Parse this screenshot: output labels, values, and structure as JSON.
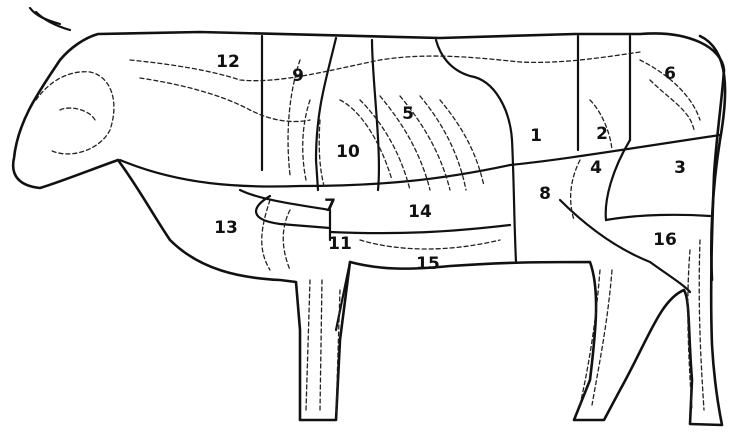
{
  "regions": [
    {
      "id": "r1",
      "label": "1"
    },
    {
      "id": "r2",
      "label": "2"
    },
    {
      "id": "r3",
      "label": "3"
    },
    {
      "id": "r4",
      "label": "4"
    },
    {
      "id": "r5",
      "label": "5"
    },
    {
      "id": "r6",
      "label": "6"
    },
    {
      "id": "r7",
      "label": "7"
    },
    {
      "id": "r8",
      "label": "8"
    },
    {
      "id": "r9",
      "label": "9"
    },
    {
      "id": "r10",
      "label": "10"
    },
    {
      "id": "r11",
      "label": "11"
    },
    {
      "id": "r12",
      "label": "12"
    },
    {
      "id": "r13",
      "label": "13"
    },
    {
      "id": "r14",
      "label": "14"
    },
    {
      "id": "r15",
      "label": "15"
    },
    {
      "id": "r16",
      "label": "16"
    }
  ]
}
